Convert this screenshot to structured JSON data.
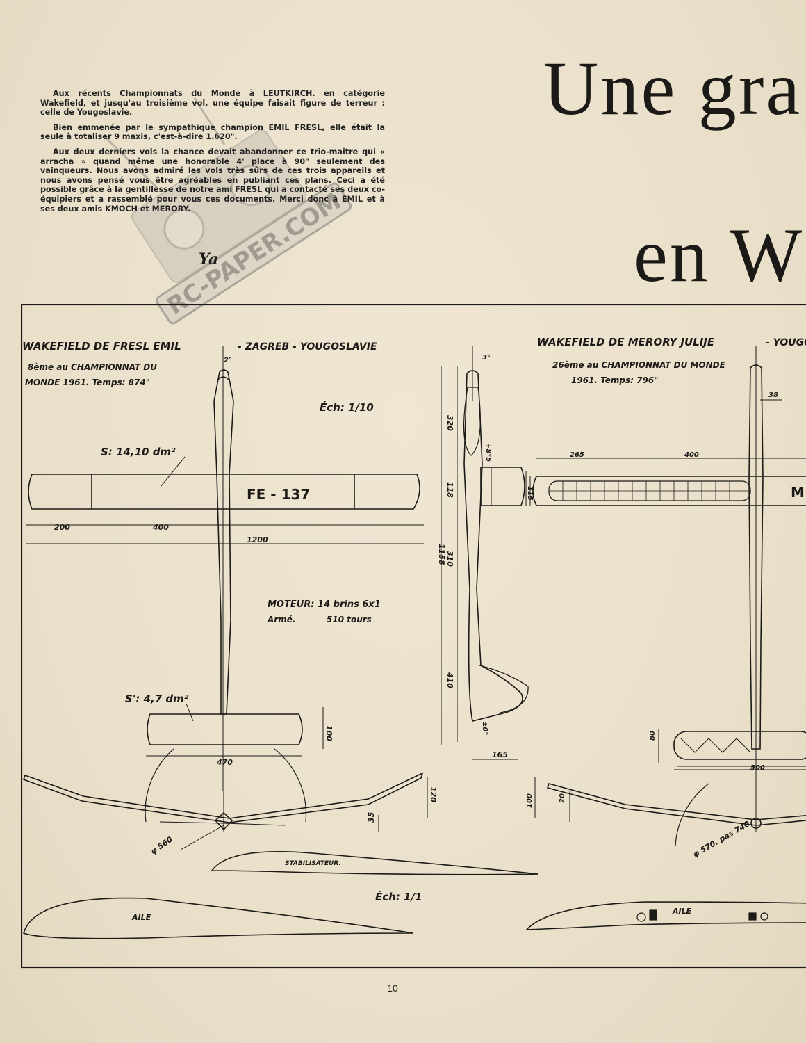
{
  "intro": {
    "p1": "Aux récents Championnats du Monde à LEUTKIRCH. en catégorie Wakefield, et jusqu'au troisième vol, une équipe faisait figure de terreur : celle de Yougoslavie.",
    "p2": "Bien emmenée par le sympathique champion EMIL FRESL, elle était la seule à totaliser 9 maxis, c'est-à-dire 1.620\".",
    "p3": "Aux deux derniers vols la chance devait abandonner ce trio-maître qui « arracha » quand même une honorable 4' place à 90\" seulement des vainqueurs. Nous avons admiré les vols très sûrs de ces trois appareils et nous avons pensé vous être agréables en publiant ces plans. Ceci a été possible grâce à la gentillesse de notre ami FRESL qui a contacté ses deux co-équipiers et a rassemblé pour vous ces documents. Merci donc à EMIL et à ses deux amis KMOCH et MERORY.",
    "signature": "Ya"
  },
  "headline": {
    "line1": "Une gra",
    "line2": "en W"
  },
  "watermark": {
    "text": "RC-PAPER.COM"
  },
  "plan1": {
    "title": "WAKEFIELD DE FRESL EMIL",
    "location": "- ZAGREB - YOUGOSLAVIE",
    "rank": "8ème au CHAMPIONNAT DU",
    "rank2": "MONDE 1961. Temps: 874\"",
    "scale": "Éch: 1/10",
    "wing_area": "S: 14,10 dm²",
    "tail_area": "S': 4,7 dm²",
    "registration": "FE - 137",
    "motor": "MOTEUR: 14 brins 6x1",
    "turns": "510 tours",
    "turns_prefix": "Armé.",
    "dims": {
      "d200": "200",
      "d400": "400",
      "d1200": "1200",
      "d470": "470",
      "d100": "100",
      "d120": "120",
      "d35": "35",
      "prop": "φ 560",
      "d320": "320",
      "d118": "118",
      "d1158": "1158",
      "d310": "310",
      "d410": "410",
      "d165": "165",
      "a2": "2°",
      "a3": "3°",
      "a85": "+8°5",
      "a0": "±0°",
      "d115": "115"
    },
    "profile_scale": "Éch: 1/1",
    "stab_label": "STABILISATEUR.",
    "wing_label": "AILE"
  },
  "plan2": {
    "title": "WAKEFIELD DE MERORY JULIJE",
    "location": "- YOUGO",
    "rank": "26ème au CHAMPIONNAT DU MONDE",
    "rank2": "1961. Temps: 796\"",
    "registration": "M",
    "dims": {
      "d38": "38",
      "d265": "265",
      "d400": "400",
      "d80": "80",
      "d500": "500",
      "d100": "100",
      "d20": "20",
      "prop": "φ 570. pas 740"
    },
    "wing_label": "AILE"
  },
  "page_number": "— 10 —"
}
